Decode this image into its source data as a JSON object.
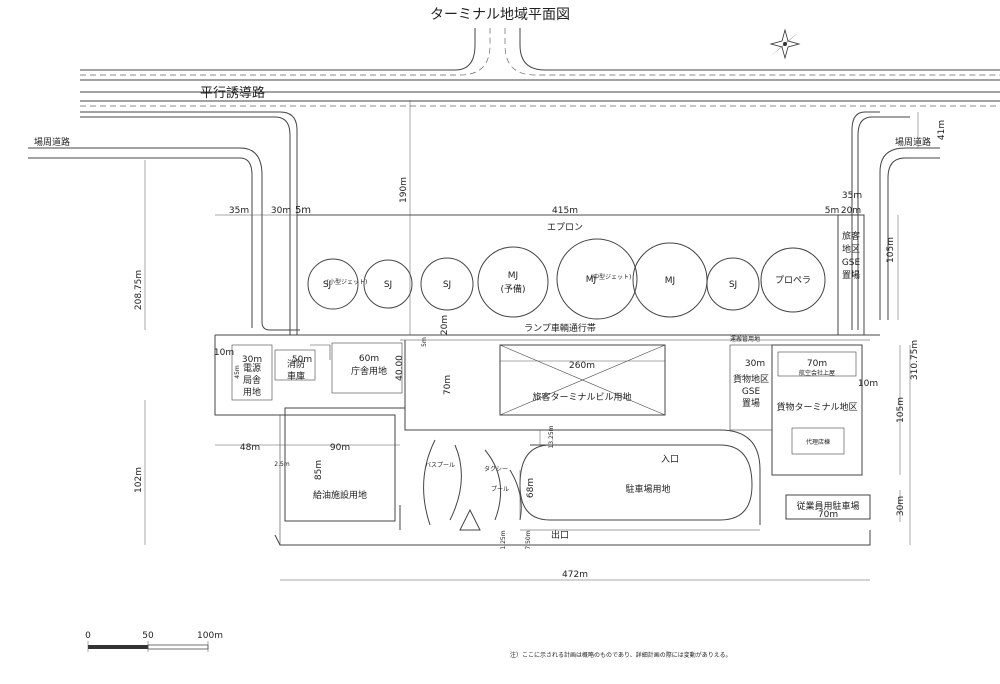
{
  "title": "ターミナル地域平面図",
  "roads": {
    "taxiway": "平行誘導路",
    "perimeter_left": "場周道路",
    "perimeter_right": "場周道路"
  },
  "areas": {
    "apron": "エプロン",
    "ramp": "ランプ車輌通行帯",
    "terminal_building": "旅客ターミナルビル用地",
    "passenger_gse": [
      "旅客",
      "地区",
      "GSE",
      "置場"
    ],
    "power_station": [
      "電源",
      "局舎",
      "用地"
    ],
    "fire_station": [
      "消防",
      "車庫"
    ],
    "government": "庁舎用地",
    "cargo_gse": [
      "貨物地区",
      "GSE",
      "置場"
    ],
    "airline_facility": "航空会社上屋",
    "cargo_terminal": "貨物ターミナル地区",
    "agency_building": "代理店棟",
    "fuel": "給油施設用地",
    "bus_pool": "バスプール",
    "taxi_pool": [
      "タクシー",
      "プール"
    ],
    "parking": "駐車場用地",
    "entrance": "入口",
    "exit": "出口",
    "staff_parking": "従業員用駐車場",
    "cargo_parking": "運搬管用地"
  },
  "stands": [
    {
      "label": "SJ",
      "sub": "(小型ジェット)"
    },
    {
      "label": "SJ",
      "sub": ""
    },
    {
      "label": "SJ",
      "sub": ""
    },
    {
      "label": "MJ",
      "sub": "(予備)"
    },
    {
      "label": "MJ",
      "sub": "(中型ジェット)"
    },
    {
      "label": "MJ",
      "sub": ""
    },
    {
      "label": "SJ",
      "sub": ""
    },
    {
      "label": "プロペラ",
      "sub": ""
    }
  ],
  "dimensions": {
    "d35m_left": "35m",
    "d30m": "30m",
    "d5m_left": "5m",
    "d415m": "415m",
    "d5m_right": "5m",
    "d20m_top": "20m",
    "d35m_right": "35m",
    "d41m": "41m",
    "d190m": "190m",
    "d208": "208.75m",
    "d105m_top": "105m",
    "d310": "310.75m",
    "d20m_mid": "20m",
    "d5m_mid": "5m",
    "d10m_left": "10m",
    "d30m_power": "30m",
    "d45m": "45m",
    "d50m": "50m",
    "d60m": "60m",
    "d40": "40.00",
    "d70m_v": "70m",
    "d260m": "260m",
    "d30m_cargo": "30m",
    "d70m_cargo": "70m",
    "d10m_right": "10m",
    "d105m_bottom": "105m",
    "d48m": "48m",
    "d90m": "90m",
    "d25m": "2.5m",
    "d85m": "85m",
    "d1325": "13.25m",
    "d102m": "102m",
    "d68m": "68m",
    "d125": "1.25m",
    "d750": "7.50m",
    "d70m_staff": "70m",
    "d30m_staff": "30m",
    "d472m": "472m"
  },
  "scale": {
    "labels": [
      "0",
      "50",
      "100m"
    ]
  },
  "note": "注）ここに示される計画は概略のものであり、詳細計画の際には変動がありえる。"
}
